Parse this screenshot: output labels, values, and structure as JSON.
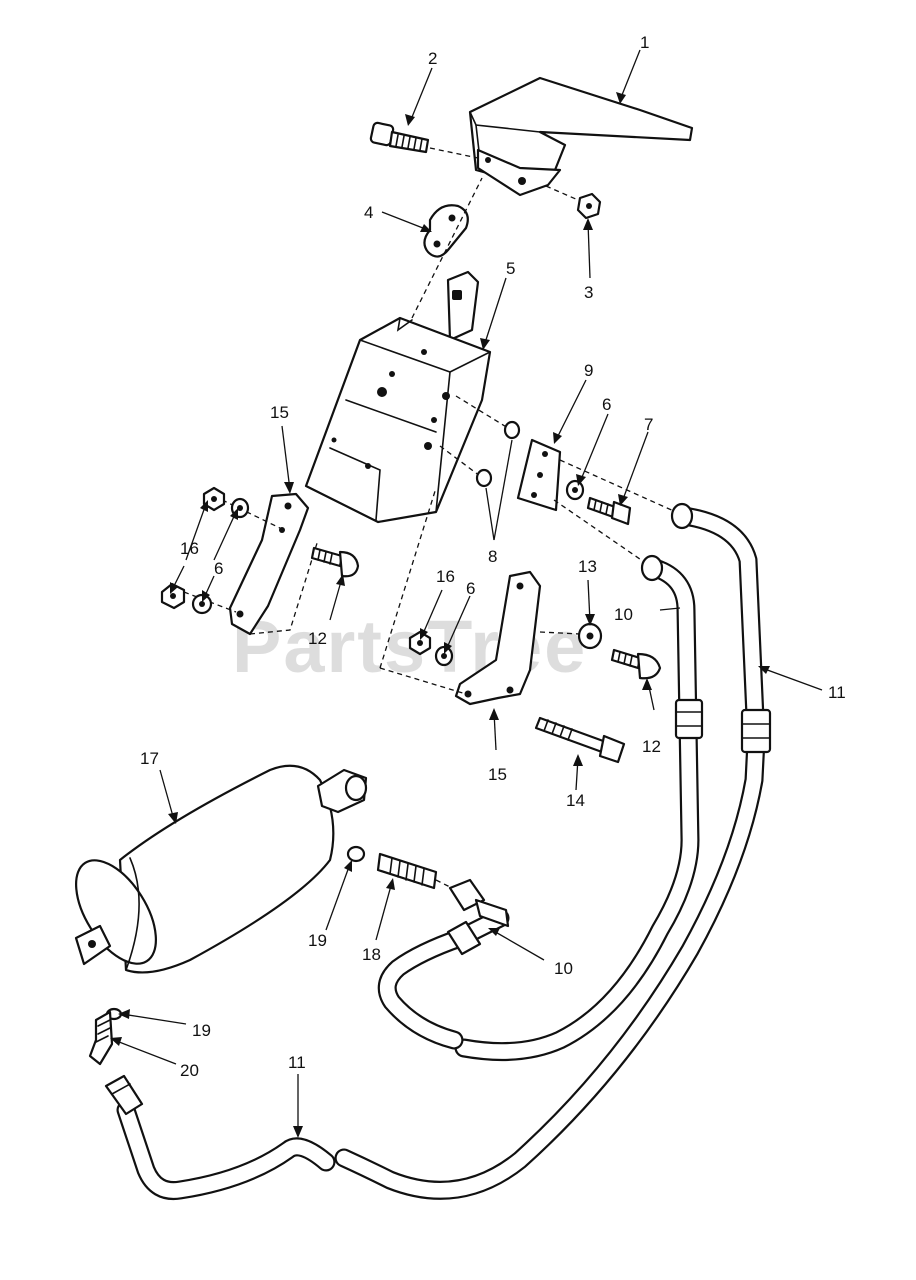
{
  "watermark": "PartsTree",
  "callouts": [
    {
      "id": "c1",
      "text": "1"
    },
    {
      "id": "c2",
      "text": "2"
    },
    {
      "id": "c3",
      "text": "3"
    },
    {
      "id": "c4",
      "text": "4"
    },
    {
      "id": "c5",
      "text": "5"
    },
    {
      "id": "c6a",
      "text": "6"
    },
    {
      "id": "c6b",
      "text": "6"
    },
    {
      "id": "c6c",
      "text": "6"
    },
    {
      "id": "c7",
      "text": "7"
    },
    {
      "id": "c8",
      "text": "8"
    },
    {
      "id": "c9",
      "text": "9"
    },
    {
      "id": "c10a",
      "text": "10"
    },
    {
      "id": "c10b",
      "text": "10"
    },
    {
      "id": "c11a",
      "text": "11"
    },
    {
      "id": "c11b",
      "text": "11"
    },
    {
      "id": "c12a",
      "text": "12"
    },
    {
      "id": "c12b",
      "text": "12"
    },
    {
      "id": "c13",
      "text": "13"
    },
    {
      "id": "c14",
      "text": "14"
    },
    {
      "id": "c15a",
      "text": "15"
    },
    {
      "id": "c15b",
      "text": "15"
    },
    {
      "id": "c16a",
      "text": "16"
    },
    {
      "id": "c16b",
      "text": "16"
    },
    {
      "id": "c17",
      "text": "17"
    },
    {
      "id": "c18",
      "text": "18"
    },
    {
      "id": "c19a",
      "text": "19"
    },
    {
      "id": "c19b",
      "text": "19"
    },
    {
      "id": "c20",
      "text": "20"
    }
  ]
}
